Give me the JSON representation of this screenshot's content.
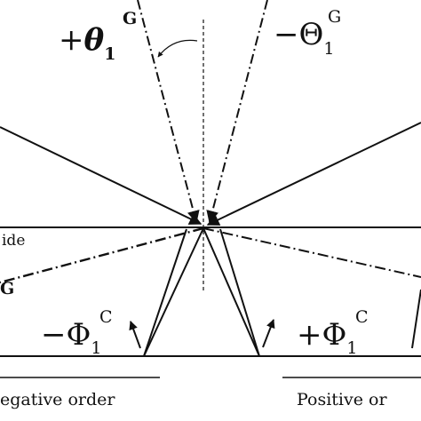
{
  "labels": {
    "theta_plus": {
      "sign": "+",
      "symbol": "θ",
      "sub": "1",
      "sup": "G"
    },
    "theta_minus": {
      "sign": "−",
      "symbol": "Θ",
      "sub": "1",
      "sup": "G"
    },
    "phi_minus": {
      "sign": "−",
      "symbol": "Φ",
      "sub": "1",
      "sup": "C"
    },
    "phi_plus": {
      "sign": "+",
      "symbol": "Φ",
      "sub": "1",
      "sup": "C"
    },
    "left_partial_sup": "G",
    "medium_label": "ide"
  },
  "orders": {
    "negative": "egative order",
    "positive": "Positive or"
  },
  "colors": {
    "line": "#111111",
    "background": "#ffffff"
  }
}
